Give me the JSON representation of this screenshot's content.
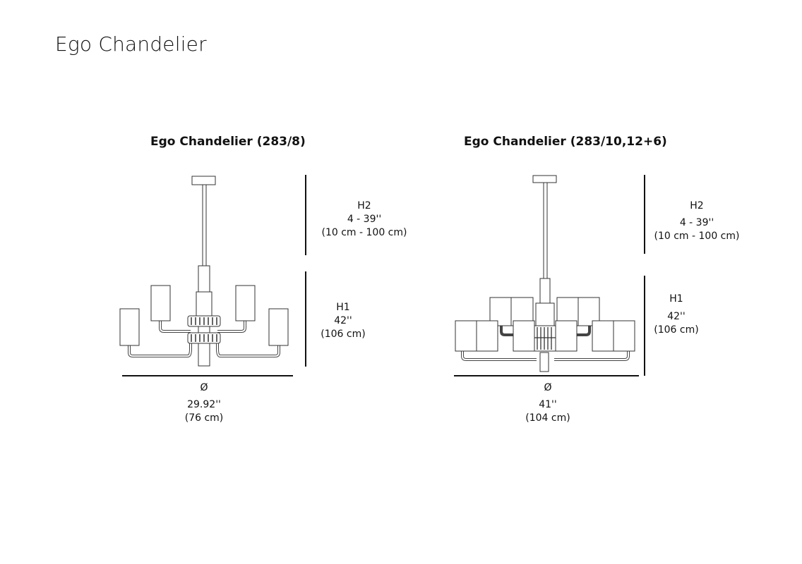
{
  "page_title": "Ego Chandelier",
  "models": [
    {
      "name": "Ego Chandelier (283/8)",
      "h2": {
        "label": "H2",
        "imperial": "4 - 39''",
        "metric": "(10 cm - 100 cm)"
      },
      "h1": {
        "label": "H1",
        "imperial": "42''",
        "metric": "(106 cm)"
      },
      "diameter": {
        "label": "Ø",
        "imperial": "29.92''",
        "metric": "(76 cm)"
      }
    },
    {
      "name": "Ego Chandelier (283/10,12+6)",
      "h2": {
        "label": "H2",
        "imperial": "4 - 39''",
        "metric": "(10 cm - 100 cm)"
      },
      "h1": {
        "label": "H1",
        "imperial": "42''",
        "metric": "(106 cm)"
      },
      "diameter": {
        "label": "Ø",
        "imperial": "41''",
        "metric": "(104 cm)"
      }
    }
  ]
}
